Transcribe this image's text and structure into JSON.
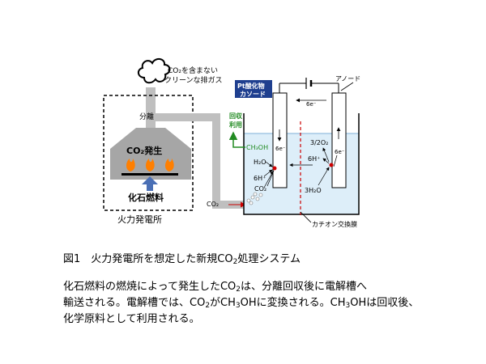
{
  "diagram": {
    "exhaust_line1": "CO₂を含まない",
    "exhaust_line2": "クリーンな排ガス",
    "separation_label": "分離",
    "co2_arrow_label": "CO₂",
    "co2_gen_label": "CO₂発生",
    "fossil_fuel_label": "化石燃料",
    "plant_label": "火力発電所",
    "co2_inlet_label": "CO₂",
    "cathode_line1": "Pt酸化物",
    "cathode_line2": "カソード",
    "anode_label": "アノード",
    "wire_electrons": "6e⁻",
    "recovery_line1": "回収",
    "recovery_line2": "利用",
    "ch3oh_label": "CH₃OH",
    "cathode_electrons": "6e⁻",
    "water_left": "H₂O",
    "protons_left": "6H⁺",
    "co2_bubble_label": "CO₂",
    "o2_label": "3/2O₂",
    "protons_mid": "6H⁺",
    "anode_electrons": "6e⁻",
    "water_right": "3H₂O",
    "membrane_label": "カチオン交換膜"
  },
  "caption": {
    "prefix": "図1　火力発電所を想定した新規CO",
    "sub": "2",
    "suffix": "処理システム"
  },
  "body": {
    "l1_a": "化石燃料の燃焼によって発生したCO",
    "l1_sub": "2",
    "l1_b": "は、分離回収後に電解槽へ",
    "l2": "輸送される。電解槽では、CO",
    "l2_sub": "2",
    "l2_b": "がCH",
    "l2_sub2": "3",
    "l2_c": "OHに変換される。CH",
    "l2_sub3": "3",
    "l2_d": "OHは回収後、",
    "l3": "化学原料として利用される。"
  },
  "colors": {
    "cathode_fill": "#1f3f8f",
    "recovery_green": "#228b22",
    "electrolyte": "#ddeef9",
    "membrane": "#cc0000",
    "flame": "#ff7f00",
    "pipe_gray": "#bfbfbf",
    "funnel_gray": "#a6a6a6"
  }
}
